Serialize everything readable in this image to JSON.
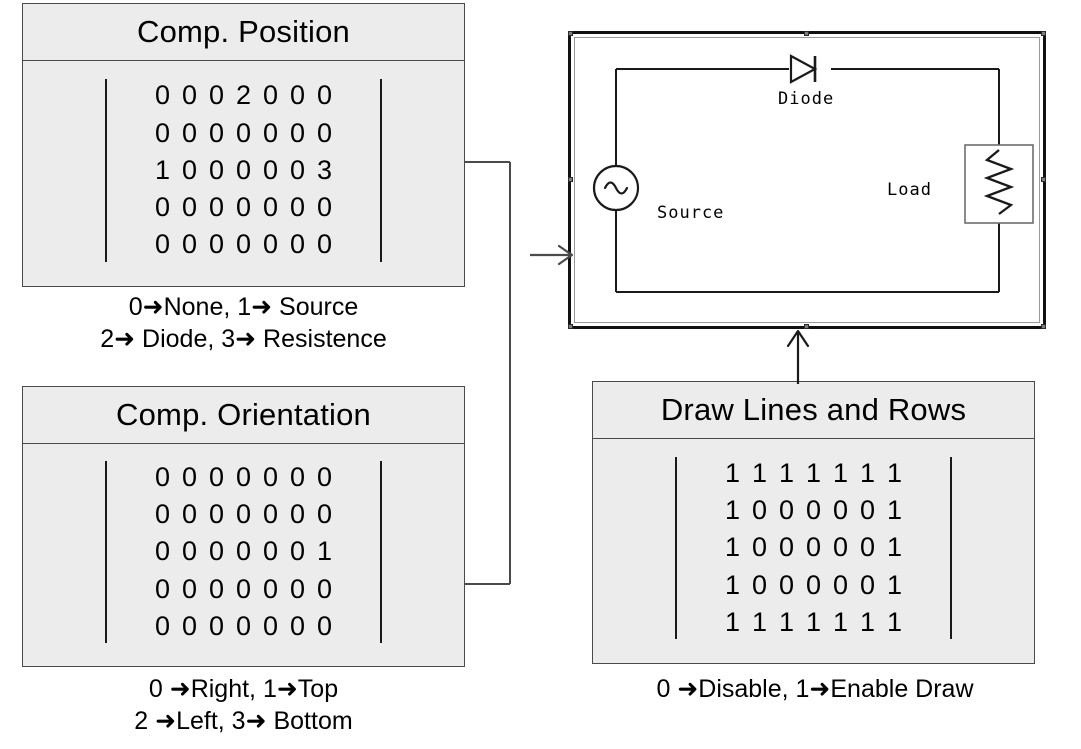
{
  "panels": {
    "position": {
      "title": "Comp. Position",
      "matrix": [
        [
          "0",
          "0",
          "0",
          "2",
          "0",
          "0",
          "0"
        ],
        [
          "0",
          "0",
          "0",
          "0",
          "0",
          "0",
          "0"
        ],
        [
          "1",
          "0",
          "0",
          "0",
          "0",
          "0",
          "3"
        ],
        [
          "0",
          "0",
          "0",
          "0",
          "0",
          "0",
          "0"
        ],
        [
          "0",
          "0",
          "0",
          "0",
          "0",
          "0",
          "0"
        ]
      ],
      "legend_line1": "0➜None, 1➜ Source",
      "legend_line2": "2➜ Diode, 3➜ Resistence"
    },
    "orientation": {
      "title": "Comp. Orientation",
      "matrix": [
        [
          "0",
          "0",
          "0",
          "0",
          "0",
          "0",
          "0"
        ],
        [
          "0",
          "0",
          "0",
          "0",
          "0",
          "0",
          "0"
        ],
        [
          "0",
          "0",
          "0",
          "0",
          "0",
          "0",
          "1"
        ],
        [
          "0",
          "0",
          "0",
          "0",
          "0",
          "0",
          "0"
        ],
        [
          "0",
          "0",
          "0",
          "0",
          "0",
          "0",
          "0"
        ]
      ],
      "legend_line1": "0 ➜Right, 1➜Top",
      "legend_line2": "2 ➜Left, 3➜ Bottom"
    },
    "draw": {
      "title": "Draw Lines and Rows",
      "matrix": [
        [
          "1",
          "1",
          "1",
          "1",
          "1",
          "1",
          "1"
        ],
        [
          "1",
          "0",
          "0",
          "0",
          "0",
          "0",
          "1"
        ],
        [
          "1",
          "0",
          "0",
          "0",
          "0",
          "0",
          "1"
        ],
        [
          "1",
          "0",
          "0",
          "0",
          "0",
          "0",
          "1"
        ],
        [
          "1",
          "1",
          "1",
          "1",
          "1",
          "1",
          "1"
        ]
      ],
      "legend_line1": "0 ➜Disable, 1➜Enable Draw"
    }
  },
  "circuit": {
    "labels": {
      "diode": "Diode",
      "source": "Source",
      "load": "Load"
    }
  },
  "colors": {
    "panel_bg": "#ececec",
    "panel_border": "#4a4a4a",
    "ink": "#000000",
    "circuit_frame": "#111111",
    "wire": "#1a1a1a"
  }
}
